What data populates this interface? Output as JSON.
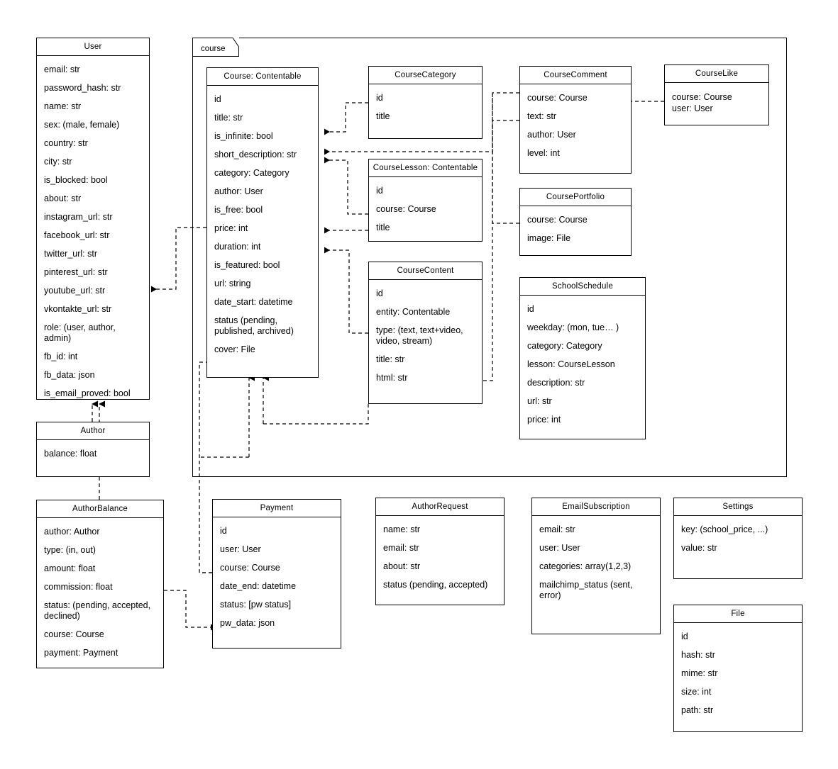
{
  "diagram": {
    "type": "uml-class-diagram",
    "package": {
      "label": "course"
    },
    "classes": [
      {
        "id": "user",
        "name": "User",
        "attributes": [
          "email: str",
          "password_hash: str",
          "name: str",
          "sex: (male, female)",
          "country: str",
          "city: str",
          "is_blocked: bool",
          "about: str",
          "instagram_url: str",
          "facebook_url: str",
          "twitter_url: str",
          "pinterest_url: str",
          "youtube_url: str",
          "vkontakte_url: str",
          "role: (user, author, admin)",
          "fb_id: int",
          "fb_data: json",
          "is_email_proved: bool"
        ]
      },
      {
        "id": "author",
        "name": "Author",
        "attributes": [
          "balance: float"
        ]
      },
      {
        "id": "author-balance",
        "name": "AuthorBalance",
        "attributes": [
          "author: Author",
          "type: (in, out)",
          "amount: float",
          "commission: float",
          "status: (pending, accepted, declined)",
          "course: Course",
          "payment: Payment"
        ]
      },
      {
        "id": "course",
        "name": "Course: Contentable",
        "attributes": [
          "id",
          "title: str",
          "is_infinite: bool",
          "short_description: str",
          "category: Category",
          "author: User",
          "is_free: bool",
          "price: int",
          "duration: int",
          "is_featured: bool",
          "url: string",
          "date_start: datetime",
          "status (pending, published, archived)",
          "cover: File"
        ]
      },
      {
        "id": "course-category",
        "name": "CourseCategory",
        "attributes": [
          "id",
          "title"
        ]
      },
      {
        "id": "course-lesson",
        "name": "CourseLesson: Contentable",
        "attributes": [
          "id",
          "course: Course",
          "title"
        ]
      },
      {
        "id": "course-content",
        "name": "CourseContent",
        "attributes": [
          "id",
          "entity: Contentable",
          "type: (text, text+video, video, stream)",
          "title: str",
          "html: str"
        ]
      },
      {
        "id": "course-comment",
        "name": "CourseComment",
        "attributes": [
          "course: Course",
          "text: str",
          "author: User",
          "level: int"
        ]
      },
      {
        "id": "course-portfolio",
        "name": "CoursePortfolio",
        "attributes": [
          "course: Course",
          "image: File"
        ]
      },
      {
        "id": "course-like",
        "name": "CourseLike",
        "attributes": [
          "course: Course",
          "user: User"
        ]
      },
      {
        "id": "school-schedule",
        "name": "SchoolSchedule",
        "attributes": [
          "id",
          "weekday: (mon, tue… )",
          "category: Category",
          "lesson: CourseLesson",
          "description: str",
          "url: str",
          "price: int"
        ]
      },
      {
        "id": "payment",
        "name": "Payment",
        "attributes": [
          "id",
          "user: User",
          "course: Course",
          "date_end: datetime",
          "status: [pw status]",
          "pw_data: json"
        ]
      },
      {
        "id": "author-request",
        "name": "AuthorRequest",
        "attributes": [
          "name: str",
          "email: str",
          "about: str",
          "status (pending, accepted)"
        ]
      },
      {
        "id": "email-subscription",
        "name": "EmailSubscription",
        "attributes": [
          "email: str",
          "user: User",
          "categories: array(1,2,3)",
          "mailchimp_status (sent, error)"
        ]
      },
      {
        "id": "settings",
        "name": "Settings",
        "attributes": [
          "key: (school_price, ...)",
          "value: str"
        ]
      },
      {
        "id": "file",
        "name": "File",
        "attributes": [
          "id",
          "hash: str",
          "mime: str",
          "size: int",
          "path: str"
        ]
      }
    ],
    "colors": {
      "stroke": "#000000",
      "background": "#ffffff",
      "text": "#000000"
    }
  }
}
